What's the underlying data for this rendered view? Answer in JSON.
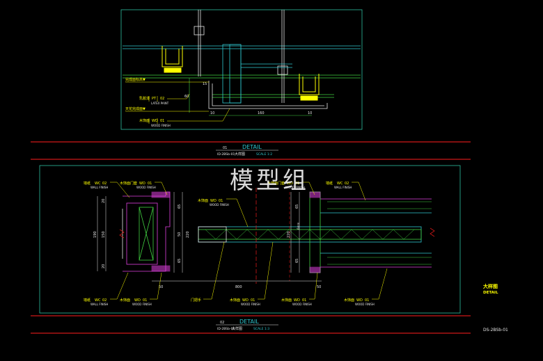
{
  "watermark": "模型组",
  "sheet": {
    "title_cn": "大样图",
    "title_en": "DETAIL",
    "code": "DS-2BSb-01"
  },
  "detail1": {
    "num": "01",
    "word": "DETAIL",
    "ref": "ID-2BSb-01",
    "name": "大样图",
    "scale": "SCALE 1:2",
    "levels": [
      "完成面标高▼",
      "天花完成面▼"
    ],
    "callouts": [
      {
        "text": "乳胶漆",
        "code": "PT",
        "num": "02",
        "sub": "LATEX PAINT"
      },
      {
        "text": "木饰面",
        "code": "WD",
        "num": "01",
        "sub": "WOOD FINISH"
      }
    ],
    "dims": [
      "15",
      "60",
      "10",
      "160",
      "10"
    ]
  },
  "detail2": {
    "num": "02",
    "word": "DETAIL",
    "ref": "ID-2BSb-01",
    "name": "大样图",
    "scale": "SCALE 1:3",
    "top_callouts": [
      {
        "text": "墙纸",
        "code": "WC",
        "num": "02",
        "sub": "WALL FINISH"
      },
      {
        "text": "木饰面门套",
        "code": "WD",
        "num": "01",
        "sub": "WOOD FINISH"
      },
      {
        "text": "木饰面",
        "code": "WD",
        "num": "01",
        "sub": "WOOD FINISH"
      },
      {
        "text": "木饰面门套",
        "code": "WD",
        "num": "01",
        "sub": "WOOD FINISH"
      },
      {
        "text": "墙纸",
        "code": "WC",
        "num": "02",
        "sub": "WALL FINISH"
      }
    ],
    "bottom_callouts": [
      {
        "text": "墙纸",
        "code": "WC",
        "num": "02",
        "sub": "WALL FINISH"
      },
      {
        "text": "木饰面",
        "code": "WD",
        "num": "01",
        "sub": "WOOD FINISH"
      },
      {
        "text": "门把手",
        "code": "",
        "num": "",
        "sub": ""
      },
      {
        "text": "木饰面",
        "code": "WD",
        "num": "01",
        "sub": "WOOD FINISH"
      },
      {
        "text": "木饰面",
        "code": "WD",
        "num": "01",
        "sub": "WOOD FINISH"
      },
      {
        "text": "木饰面",
        "code": "WD",
        "num": "01",
        "sub": "WOOD FINISH"
      }
    ],
    "dims_left": [
      "190",
      "150",
      "20",
      "20"
    ],
    "dims_mid": [
      "65",
      "50",
      "65",
      "220"
    ],
    "dims_right": [
      "65",
      "220",
      "65"
    ],
    "dims_bottom": [
      "50",
      "800",
      "50"
    ],
    "glass": "6mm"
  },
  "colors": {
    "frame": "#2fbfa0",
    "redline": "#d01818",
    "yellow": "#ffff00",
    "magenta": "#e040e0",
    "green": "#40d040",
    "cyan": "#30c8d0",
    "white": "#e8e8e8"
  }
}
